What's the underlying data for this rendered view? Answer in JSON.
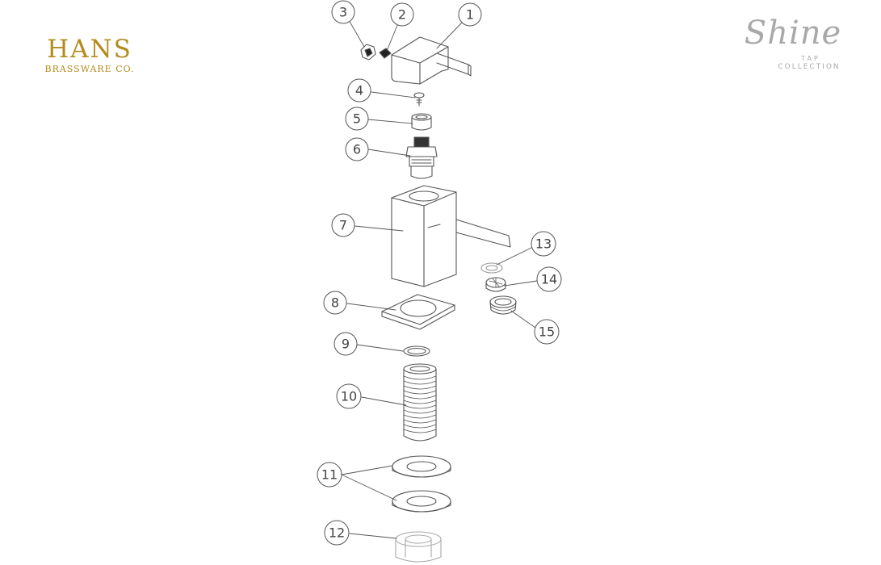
{
  "brand": {
    "name": "HANS",
    "subtitle": "BRASSWARE CO."
  },
  "collection": {
    "name": "Shine",
    "line1": "TAP",
    "line2": "COLLECTION"
  },
  "colors": {
    "brand_gold": "#b38b1e",
    "line": "#555555",
    "collection_grey": "#a9a9a9"
  },
  "callouts": [
    {
      "num": "1"
    },
    {
      "num": "2"
    },
    {
      "num": "3"
    },
    {
      "num": "4"
    },
    {
      "num": "5"
    },
    {
      "num": "6"
    },
    {
      "num": "7"
    },
    {
      "num": "8"
    },
    {
      "num": "9"
    },
    {
      "num": "10"
    },
    {
      "num": "11"
    },
    {
      "num": "12"
    },
    {
      "num": "13"
    },
    {
      "num": "14"
    },
    {
      "num": "15"
    }
  ]
}
